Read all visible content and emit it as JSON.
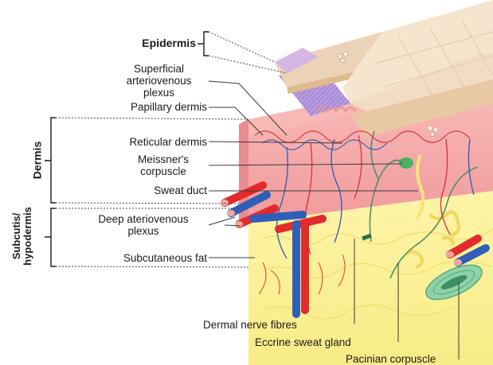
{
  "figure": {
    "labels": {
      "epidermis": "Epidermis",
      "superficial_plexus": [
        "Superficial",
        "arteriovenous",
        "plexus"
      ],
      "papillary_dermis": "Papillary dermis",
      "reticular_dermis": "Reticular dermis",
      "meissner": [
        "Meissner's",
        "corpuscle"
      ],
      "sweat_duct": "Sweat duct",
      "deep_plexus": [
        "Deep ateriovenous",
        "plexus"
      ],
      "subcutaneous_fat": "Subcutaneous fat",
      "dermal_nerve_fibres": "Dermal nerve fibres",
      "eccrine_sweat_gland": "Eccrine sweat gland",
      "pacinian_corpuscle": "Pacinian corpuscle"
    },
    "side_labels": {
      "dermis": "Dermis",
      "subcutis": [
        "Subcutis/",
        "hypodermis"
      ]
    },
    "colors": {
      "epidermis_top": "#efd7bd",
      "epidermis_purple": "#b49ad6",
      "dermis_pink": "#f4a8a8",
      "fat_yellow": "#fbf19a",
      "artery_red": "#e22b2b",
      "vein_blue": "#2f5fb8",
      "nerve_green": "#4d8f6a"
    }
  }
}
